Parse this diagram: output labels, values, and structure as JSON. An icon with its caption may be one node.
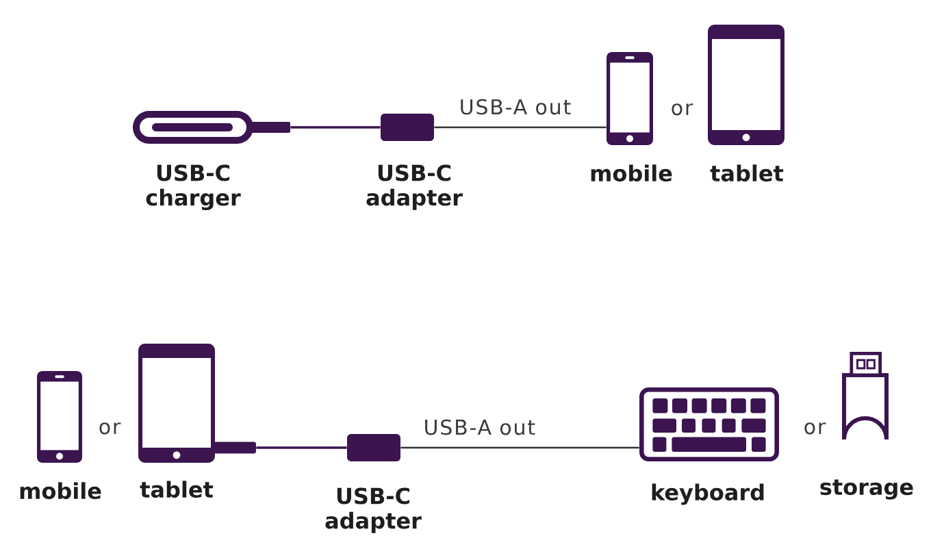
{
  "diagram": {
    "nodes": [
      {
        "text": [],
        "shape": "picture",
        "beside": [
          "USB-C charger"
        ]
      },
      {
        "text": [],
        "shape": "box",
        "beside": [
          "USB-C adapter"
        ]
      },
      {
        "text": [],
        "shape": "picture",
        "beside": [
          "mobile"
        ]
      },
      {
        "text": [],
        "shape": "picture",
        "beside": [
          "tablet"
        ]
      },
      {
        "text": [],
        "shape": "picture",
        "beside": [
          "mobile"
        ]
      },
      {
        "text": [],
        "shape": "picture",
        "beside": [
          "tablet"
        ]
      },
      {
        "text": [],
        "shape": "box",
        "beside": [
          "USB-C adapter"
        ]
      },
      {
        "text": [],
        "shape": "picture",
        "beside": [
          "keyboard"
        ]
      },
      {
        "text": [],
        "shape": "picture",
        "beside": [
          "storage"
        ]
      }
    ],
    "edges": [
      {
        "from": 0,
        "to": 1,
        "arrow": "none",
        "color": "#3b1450"
      },
      {
        "from": 1,
        "to": 2,
        "arrow": "none",
        "label": "USB-A out"
      },
      {
        "from": 5,
        "to": 6,
        "arrow": "none",
        "color": "#3b1450"
      },
      {
        "from": 6,
        "to": 7,
        "arrow": "none",
        "label": "USB-A out"
      }
    ],
    "labels": [
      "or",
      "or",
      "or"
    ]
  }
}
